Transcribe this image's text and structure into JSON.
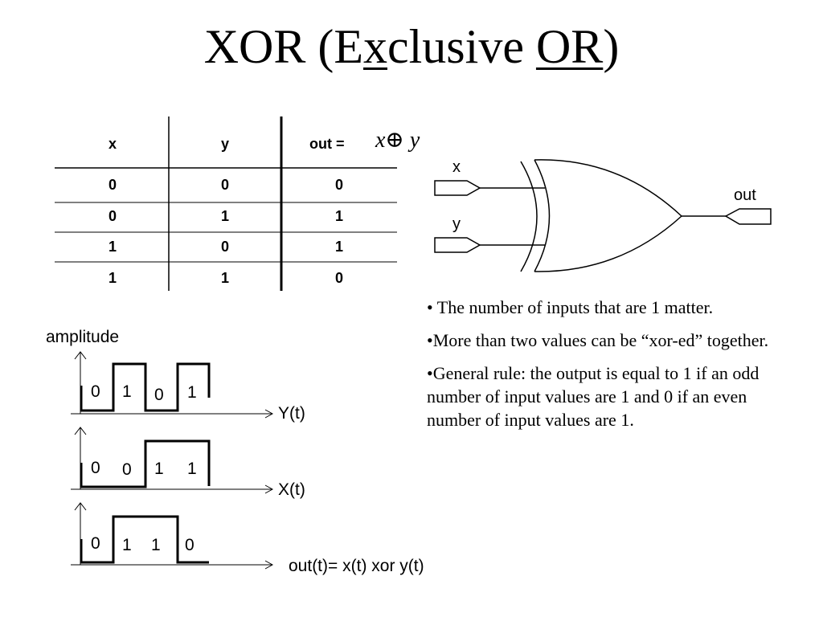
{
  "title": {
    "part1": "XOR (E",
    "part2": "x",
    "part3": "clusive ",
    "part4": "OR",
    "part5": ")"
  },
  "truth_table": {
    "headers": [
      "x",
      "y",
      "out ="
    ],
    "formula": "x⊕ y",
    "rows": [
      [
        "0",
        "0",
        "0"
      ],
      [
        "0",
        "1",
        "1"
      ],
      [
        "1",
        "0",
        "1"
      ],
      [
        "1",
        "1",
        "0"
      ]
    ]
  },
  "gate": {
    "input_x": "x",
    "input_y": "y",
    "output": "out"
  },
  "bullets": [
    "• The number of inputs that are 1 matter.",
    "•More than two values can be “xor-ed” together.",
    "•General rule: the output is equal to 1 if an odd number of input values are 1 and 0 if an even number of input values are 1."
  ],
  "waveforms": {
    "amplitude_label": "amplitude",
    "y": {
      "label": "Y(t)",
      "bits": [
        "0",
        "1",
        "0",
        "1"
      ]
    },
    "x": {
      "label": "X(t)",
      "bits": [
        "0",
        "0",
        "1",
        "1"
      ]
    },
    "out": {
      "label": "out(t)= x(t) xor y(t)",
      "bits": [
        "0",
        "1",
        "1",
        "0"
      ]
    }
  }
}
